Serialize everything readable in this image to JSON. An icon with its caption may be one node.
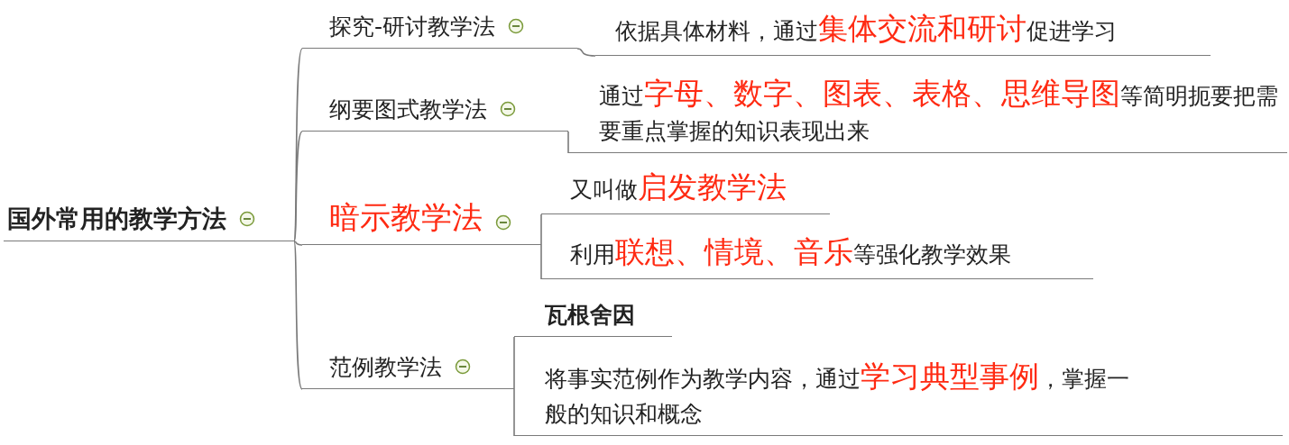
{
  "diagram": {
    "nodes": [
      {
        "text": [
          "国外常用的教学方法"
        ]
      },
      {
        "text": [
          "探究-研讨教学法"
        ]
      },
      {
        "text": [
          "依据具体材料，通过**集体交流和研讨**促进学习"
        ]
      },
      {
        "text": [
          "纲要图式教学法"
        ]
      },
      {
        "text": [
          "通过**字母、数字、图表、表格、思维导图**等简明扼要把需要重点掌握的知识表现出来"
        ]
      },
      {
        "text": [
          "暗示教学法"
        ]
      },
      {
        "text": [
          "又叫做**启发教学法**"
        ]
      },
      {
        "text": [
          "利用**联想、情境、音乐**等强化教学效果"
        ]
      },
      {
        "text": [
          "范例教学法"
        ]
      },
      {
        "text": [
          "瓦根舍因"
        ]
      },
      {
        "text": [
          "将事实范例作为教学内容，通过**学习典型事例**，掌握一般的知识和概念"
        ]
      }
    ],
    "edges": [
      {
        "from": 0,
        "to": 1,
        "arrow": "none"
      },
      {
        "from": 0,
        "to": 3,
        "arrow": "none"
      },
      {
        "from": 0,
        "to": 5,
        "arrow": "none"
      },
      {
        "from": 0,
        "to": 8,
        "arrow": "none"
      },
      {
        "from": 1,
        "to": 2,
        "arrow": "none"
      },
      {
        "from": 3,
        "to": 4,
        "arrow": "none"
      },
      {
        "from": 5,
        "to": 6,
        "arrow": "none"
      },
      {
        "from": 5,
        "to": 7,
        "arrow": "none"
      },
      {
        "from": 8,
        "to": 9,
        "arrow": "none"
      },
      {
        "from": 8,
        "to": 10,
        "arrow": "none"
      }
    ]
  }
}
